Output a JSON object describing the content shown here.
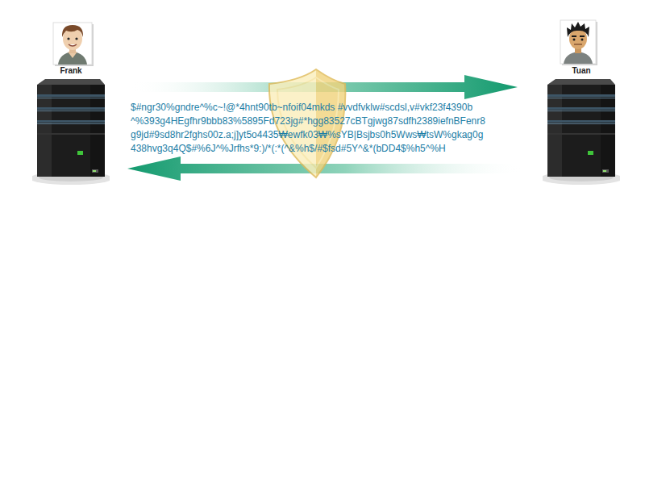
{
  "diagram": {
    "nodes": [
      {
        "text": [
          "Frank"
        ]
      },
      {
        "text": [
          "Tuan"
        ]
      }
    ],
    "edges": [
      {
        "from": 0,
        "to": 1,
        "arrow": "to"
      },
      {
        "from": 1,
        "to": 0,
        "arrow": "to"
      }
    ],
    "labels": [
      "$#ngr30%gndre^%c~!@*4hnt90tb~nfoif04mkds #vvdfvklw#scdsl,v#vkf23f4390b",
      "^%393g4HEgfhr9bbb83%5895Fd723jg#*hgg83527cBTgjwg87sdfh2389iefnBFenr8",
      "g9jd#9sd8hr2fghs00z.a;j]yt5o4435₩ewfk03₩%sYB|Bsjbs0h5Wws₩tsW%gkag0g",
      "438hvg3q4Q$#%6J^%Jrfhs*9:)/*(:*(^&%h$/#$fsd#5Y^&*(bDD4$%h5^%H"
    ]
  }
}
